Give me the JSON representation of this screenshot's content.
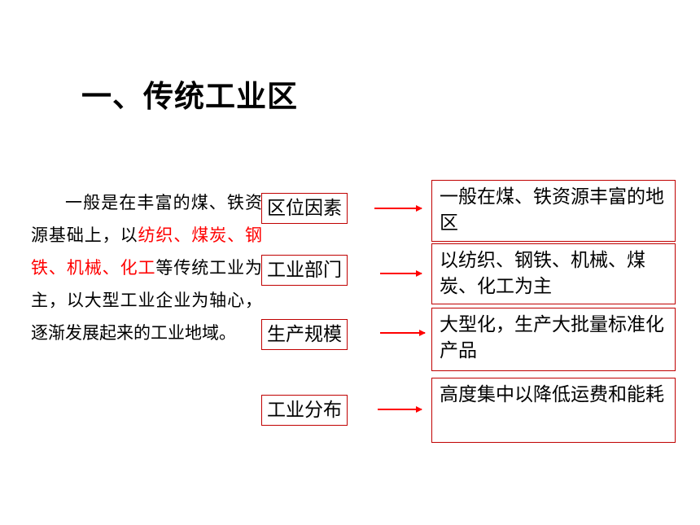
{
  "title": "一、传统工业区",
  "paragraph": {
    "part1": "一般是在丰富的煤、铁资源基础上，以",
    "highlight": "纺织、煤炭、钢铁、机械、化工",
    "part2": "等传统工业为主，以大型工业企业为轴心，逐渐发展起来的工业地域。"
  },
  "rows": [
    {
      "label": "区位因素",
      "description": "一般在煤、铁资源丰富的地区"
    },
    {
      "label": "工业部门",
      "description": "以纺织、钢铁、机械、煤炭、化工为主"
    },
    {
      "label": "生产规模",
      "description": "大型化，生产大批量标准化产品"
    },
    {
      "label": "工业分布",
      "description": "高度集中以降低运费和能耗"
    }
  ],
  "colors": {
    "highlight_text": "#ff0000",
    "box_border": "#c00000",
    "arrow": "#ff0000"
  }
}
